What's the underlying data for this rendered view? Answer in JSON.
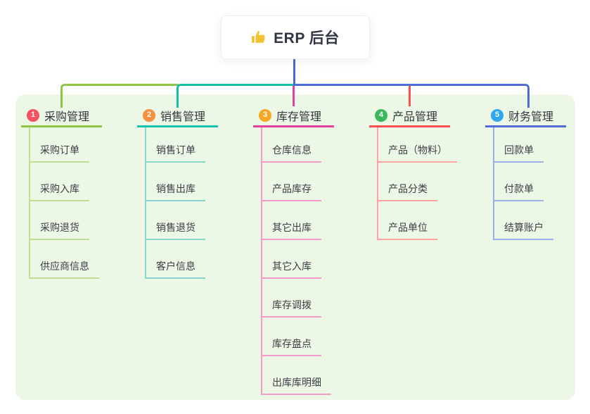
{
  "root": {
    "label": "ERP 后台",
    "icon": "thumbs-up-icon",
    "icon_color": "#f3c233",
    "line_color": "#4f68d5"
  },
  "panel": {
    "background": "#edf7e5"
  },
  "branches": [
    {
      "index": "1",
      "label": "采购管理",
      "badge_color": "#f3535f",
      "line_color": "#8fc643",
      "child_line_color": "#bcdf92",
      "children": [
        "采购订单",
        "采购入库",
        "采购退货",
        "供应商信息"
      ]
    },
    {
      "index": "2",
      "label": "销售管理",
      "badge_color": "#f78f40",
      "line_color": "#14bfab",
      "child_line_color": "#86d8cc",
      "children": [
        "销售订单",
        "销售出库",
        "销售退货",
        "客户信息"
      ]
    },
    {
      "index": "3",
      "label": "库存管理",
      "badge_color": "#f5a623",
      "line_color": "#e2439a",
      "child_line_color": "#f29cc7",
      "children": [
        "仓库信息",
        "产品库存",
        "其它出库",
        "其它入库",
        "库存调拨",
        "库存盘点",
        "出库库明细"
      ]
    },
    {
      "index": "4",
      "label": "产品管理",
      "badge_color": "#3cb85c",
      "line_color": "#f8514f",
      "child_line_color": "#faa3a0",
      "children": [
        "产品（物料）",
        "产品分类",
        "产品单位"
      ]
    },
    {
      "index": "5",
      "label": "财务管理",
      "badge_color": "#2ea7ec",
      "line_color": "#4f6cd8",
      "child_line_color": "#9bb0e9",
      "children": [
        "回款单",
        "付款单",
        "结算账户"
      ]
    }
  ]
}
